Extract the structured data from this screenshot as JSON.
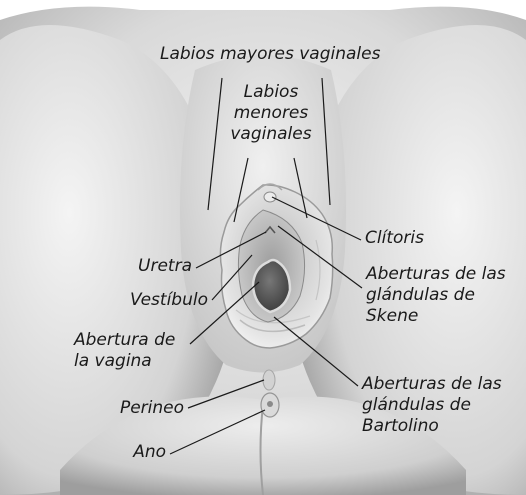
{
  "labels": {
    "labios_mayores": "Labios mayores vaginales",
    "labios_menores": "Labios\nmenores\nvaginales",
    "clitoris": "Clítoris",
    "uretra": "Uretra",
    "vestibulo": "Vestíbulo",
    "abertura_vagina": "Abertura de\nla vagina",
    "aberturas_skene": "Aberturas de las\nglándulas de\nSkene",
    "aberturas_bartolino": "Aberturas de las\nglándulas de\nBartolino",
    "perineo": "Perineo",
    "ano": "Ano"
  },
  "colors": {
    "skin_light": "#e9e9e9",
    "skin_mid": "#cfcfcf",
    "skin_dark": "#a8a8a8",
    "interior": "#5c5c5c",
    "leader_line": "#1a1a1a"
  }
}
